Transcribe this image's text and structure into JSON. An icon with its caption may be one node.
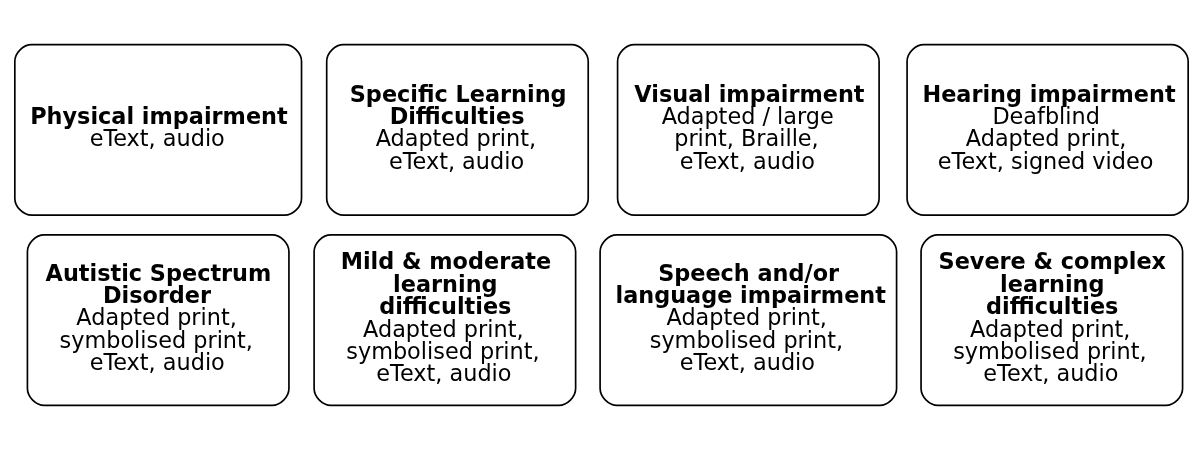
{
  "diagram": {
    "nodes": [
      {
        "text": [
          "Physical impairment",
          "eText, audio"
        ]
      },
      {
        "text": [
          "Specific Learning Difficulties",
          "Adapted print, eText, audio"
        ]
      },
      {
        "text": [
          "Visual impairment",
          "Adapted / large print, Braille, eText, audio"
        ]
      },
      {
        "text": [
          "Hearing impairment",
          "Deafblind",
          "Adapted print, eText, signed video"
        ]
      },
      {
        "text": [
          "Autistic Spectrum Disorder",
          "Adapted print, symbolised print, eText, audio"
        ]
      },
      {
        "text": [
          "Mild & moderate learning difficulties",
          "Adapted print, symbolised print, eText, audio"
        ]
      },
      {
        "text": [
          "Speech and/or language impairment",
          "Adapted print, symbolised print, eText, audio"
        ]
      },
      {
        "text": [
          "Severe & complex learning difficulties",
          "Adapted print, symbolised print, eText, audio"
        ]
      }
    ],
    "edges": []
  }
}
